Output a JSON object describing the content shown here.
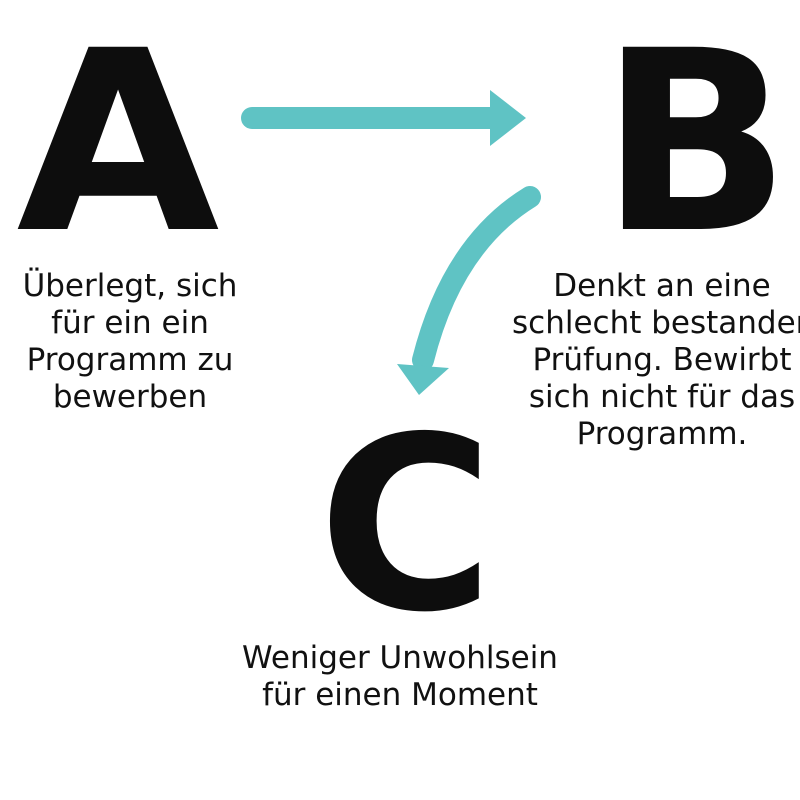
{
  "colors": {
    "arrow": "#5fc3c4",
    "letter": "#0d0d0d",
    "text": "#111111",
    "background": "#ffffff"
  },
  "nodes": {
    "a": {
      "letter": "A",
      "lines": [
        "Überlegt, sich",
        "für ein ein",
        "Programm zu",
        "bewerben"
      ]
    },
    "b": {
      "letter": "B",
      "lines": [
        "Denkt an eine",
        "schlecht bestanden",
        "Prüfung. Bewirbt",
        "sich nicht für das",
        "Programm."
      ]
    },
    "c": {
      "letter": "C",
      "lines": [
        "Weniger Unwohlsein",
        "für einen Moment"
      ]
    }
  },
  "edges": [
    {
      "from": "A",
      "to": "B"
    },
    {
      "from": "B",
      "to": "C"
    }
  ]
}
